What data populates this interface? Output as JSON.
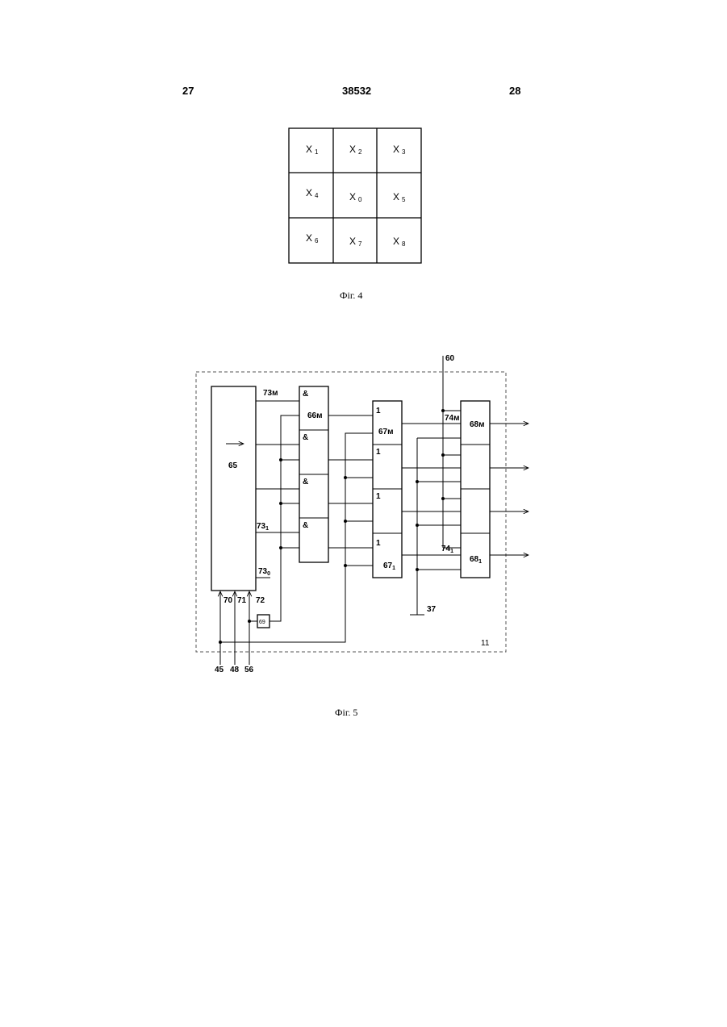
{
  "header": {
    "left": "27",
    "center": "38532",
    "right": "28"
  },
  "fig4": {
    "caption": "Фіг. 4",
    "cells": [
      {
        "base": "X",
        "sub": "1"
      },
      {
        "base": "X",
        "sub": "2"
      },
      {
        "base": "X",
        "sub": "3"
      },
      {
        "base": "X",
        "sub": "4"
      },
      {
        "base": "X",
        "sub": "0"
      },
      {
        "base": "X",
        "sub": "5"
      },
      {
        "base": "X",
        "sub": "6"
      },
      {
        "base": "X",
        "sub": "7"
      },
      {
        "base": "X",
        "sub": "8"
      }
    ]
  },
  "fig5": {
    "caption": "Фіг. 5",
    "labels": {
      "l60": "60",
      "l73m": "73м",
      "l66m": "66м",
      "l67m": "67м",
      "l74m": "74м",
      "l68m": "68м",
      "l65": "65",
      "l73_1": "73",
      "l73_1_sub": "1",
      "l73_0": "73",
      "l73_0_sub": "0",
      "l70": "70",
      "l71": "71",
      "l72": "72",
      "l69": "69",
      "l74_1": "74",
      "l74_1_sub": "1",
      "l67_1": "67",
      "l67_1_sub": "1",
      "l68_1": "68",
      "l68_1_sub": "1",
      "l37": "37",
      "l11": "11",
      "l45": "45",
      "l48": "48",
      "l56": "56",
      "and_sym": "&",
      "or_sym": "1"
    }
  }
}
